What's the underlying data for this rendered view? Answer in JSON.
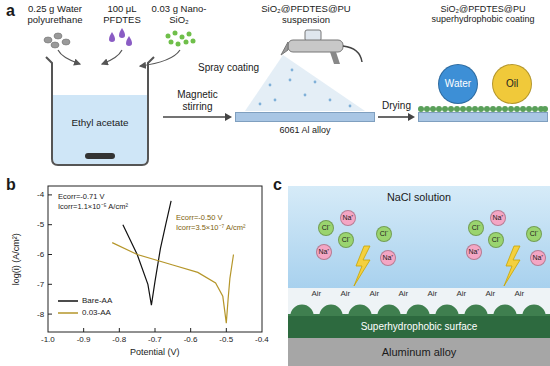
{
  "diagram": {
    "nodes": [
      {
        "text": [
          "Ethyl acetate"
        ]
      },
      {
        "text": [
          "6061 Al alloy"
        ]
      },
      {
        "text": [
          "SiO₂@PFDTES@PU superhydrophobic coating"
        ]
      },
      {
        "text": [
          "Water"
        ]
      },
      {
        "text": [
          "Oil"
        ]
      },
      {
        "text": [
          "NaCl solution"
        ]
      },
      {
        "text": [
          "Cl⁻"
        ],
        "in": 5
      },
      {
        "text": [
          "Na⁺"
        ],
        "in": 5
      },
      {
        "text": [
          "Na⁺"
        ],
        "in": 5
      },
      {
        "text": [
          "Cl⁻"
        ],
        "in": 5
      },
      {
        "text": [
          "Na⁺"
        ],
        "in": 5
      },
      {
        "text": [
          "Cl⁻"
        ],
        "in": 5
      },
      {
        "text": [
          "Cl⁻"
        ],
        "in": 5
      },
      {
        "text": [
          "Na⁺"
        ],
        "in": 5
      },
      {
        "text": [
          "Na⁺"
        ],
        "in": 5
      },
      {
        "text": [
          "Cl⁻"
        ],
        "in": 5
      },
      {
        "text": [
          "Na⁺"
        ],
        "in": 5
      },
      {
        "text": [
          "Cl⁻"
        ],
        "in": 5
      },
      {
        "text": [
          "Superhydrophobic surface"
        ]
      },
      {
        "text": [
          "Aluminum alloy"
        ]
      }
    ],
    "edges": [
      {
        "from": 0,
        "to": 1,
        "arrow": "to",
        "label": "Magnetic stirring"
      },
      {
        "from": 1,
        "to": 2,
        "arrow": "to",
        "label": "Drying"
      }
    ],
    "labels": [
      "a",
      "0.25 g Water polyurethane",
      "100 μL PFDTES",
      "0.03 g Nano-SiO₂",
      "SiO₂@PFDTES@PU suspension",
      "Spray coating",
      "b",
      "-1.0",
      "-0.9",
      "-0.8",
      "-0.7",
      "-0.6",
      "-0.5",
      "-0.4",
      "-4",
      "-5",
      "-6",
      "-7",
      "-8",
      "log(i) (A/cm²)",
      "Potential (V)",
      "Ecorr=-0.71 V",
      "Icorr=1.1×10⁻⁵ A/cm²",
      "Ecorr=-0.50 V",
      "Icorr=3.5×10⁻⁷ A/cm²",
      "c",
      "Air",
      "Air",
      "Air",
      "Air",
      "Air",
      "Air",
      "Air",
      "Air"
    ],
    "legend": [
      {
        "text": "Bare-AA"
      },
      {
        "text": "0.03-AA"
      }
    ]
  }
}
